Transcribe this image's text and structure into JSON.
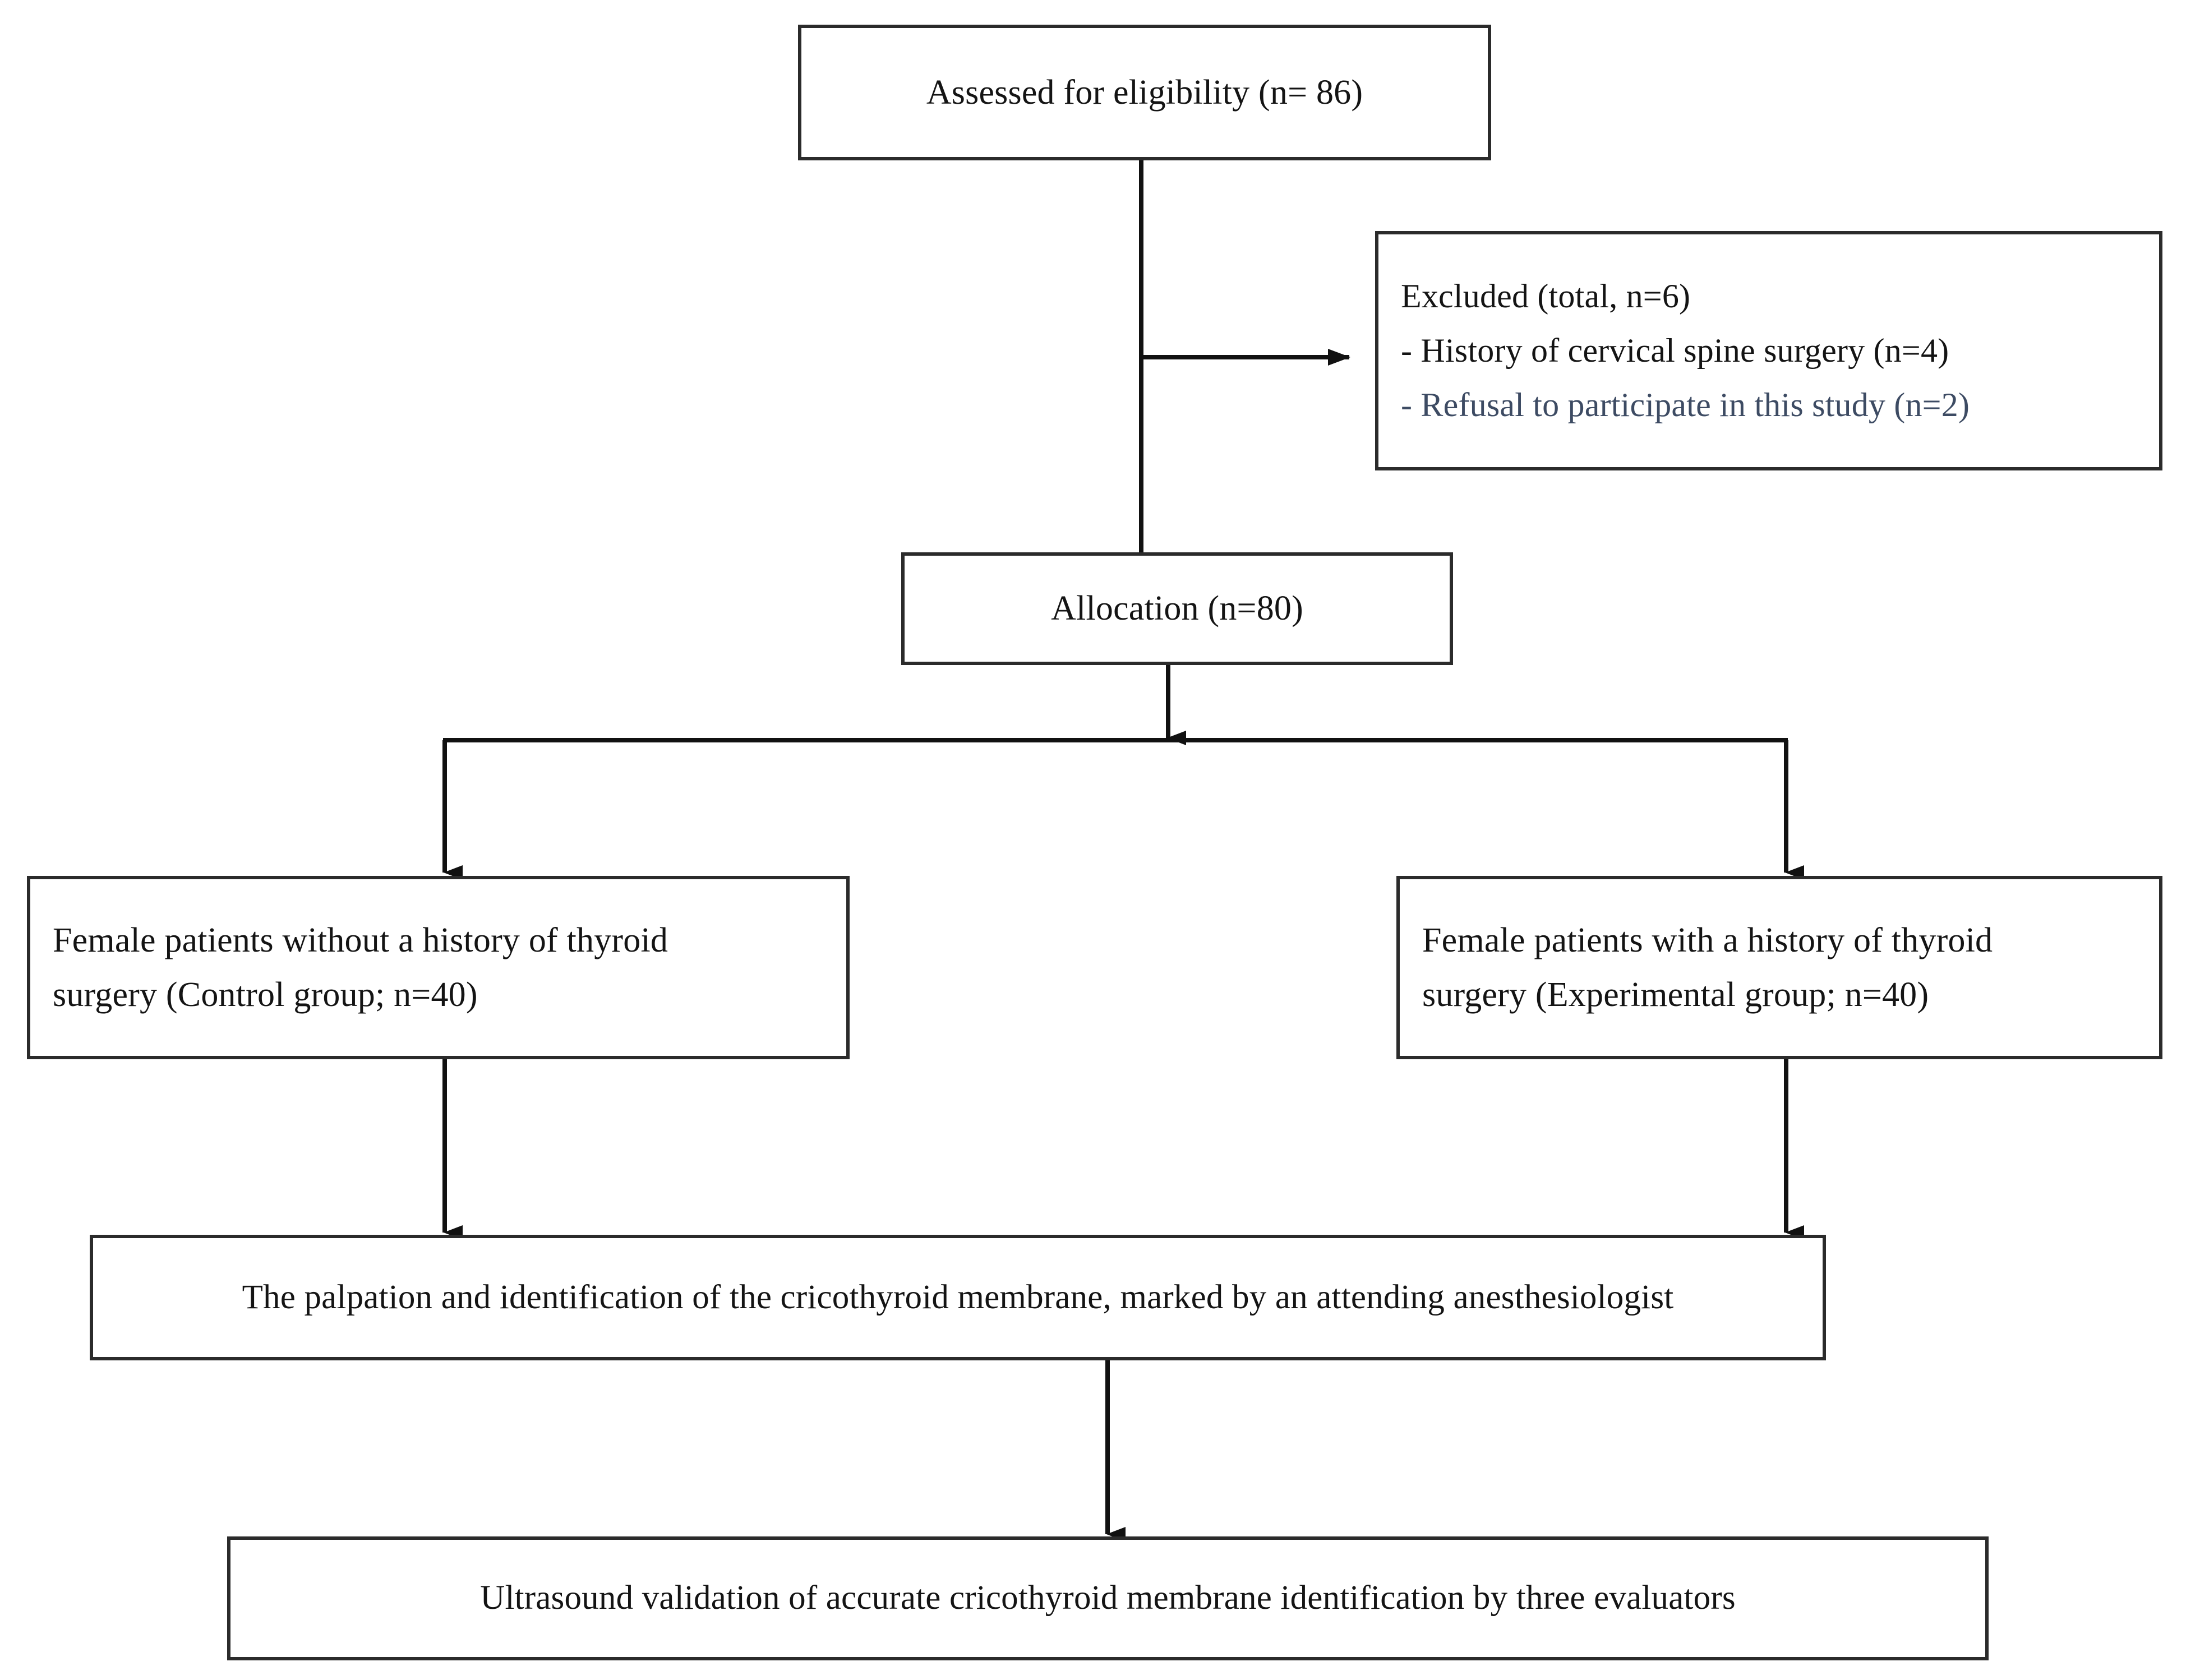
{
  "diagram": {
    "type": "study-flow-diagram",
    "title_hidden": "",
    "colors": {
      "box_border": "#2b2b2b",
      "text": "#141414",
      "secondary_text": "#3d4b63",
      "connector": "#111111",
      "background": "#ffffff"
    }
  },
  "nodes": {
    "assessed": {
      "label": "Assessed for eligibility (n= 86)",
      "count": 86
    },
    "excluded": {
      "heading": "Excluded (total, n=6)",
      "total": 6,
      "reasons": [
        {
          "bullet": "-",
          "label": "History of cervical spine surgery (n=4)",
          "count": 4
        },
        {
          "bullet": "-",
          "label": "Refusal to participate in this study (n=2)",
          "count": 2
        }
      ]
    },
    "allocation": {
      "label": "Allocation (n=80)",
      "count": 80
    },
    "control_group": {
      "line1": "Female patients without a history of thyroid",
      "line2": "surgery (Control group; n=40)",
      "count": 40
    },
    "experimental_group": {
      "line1": "Female patients with a history of thyroid",
      "line2": "surgery (Experimental group; n=40)",
      "count": 40
    },
    "palpation": {
      "label": "The palpation and identification of the cricothyroid membrane, marked by an attending anesthesiologist"
    },
    "ultrasound": {
      "label": "Ultrasound validation of accurate cricothyroid membrane identification by three evaluators"
    }
  },
  "connectors": [
    {
      "name": "assessed-to-allocation",
      "from": "assessed",
      "to": "allocation",
      "style": "vertical-line"
    },
    {
      "name": "assessed-to-excluded",
      "from": "assessed",
      "to": "excluded",
      "style": "elbow-arrow-right"
    },
    {
      "name": "allocation-to-split",
      "from": "allocation",
      "to": "split-bar",
      "style": "vertical-arrow"
    },
    {
      "name": "split-to-control",
      "from": "split-bar",
      "to": "control_group",
      "style": "vertical-arrow"
    },
    {
      "name": "split-to-experimental",
      "from": "split-bar",
      "to": "experimental_group",
      "style": "vertical-arrow"
    },
    {
      "name": "control-to-palpation",
      "from": "control_group",
      "to": "palpation",
      "style": "vertical-arrow"
    },
    {
      "name": "experimental-to-palpation",
      "from": "experimental_group",
      "to": "palpation",
      "style": "vertical-arrow"
    },
    {
      "name": "palpation-to-ultrasound",
      "from": "palpation",
      "to": "ultrasound",
      "style": "vertical-arrow"
    }
  ]
}
